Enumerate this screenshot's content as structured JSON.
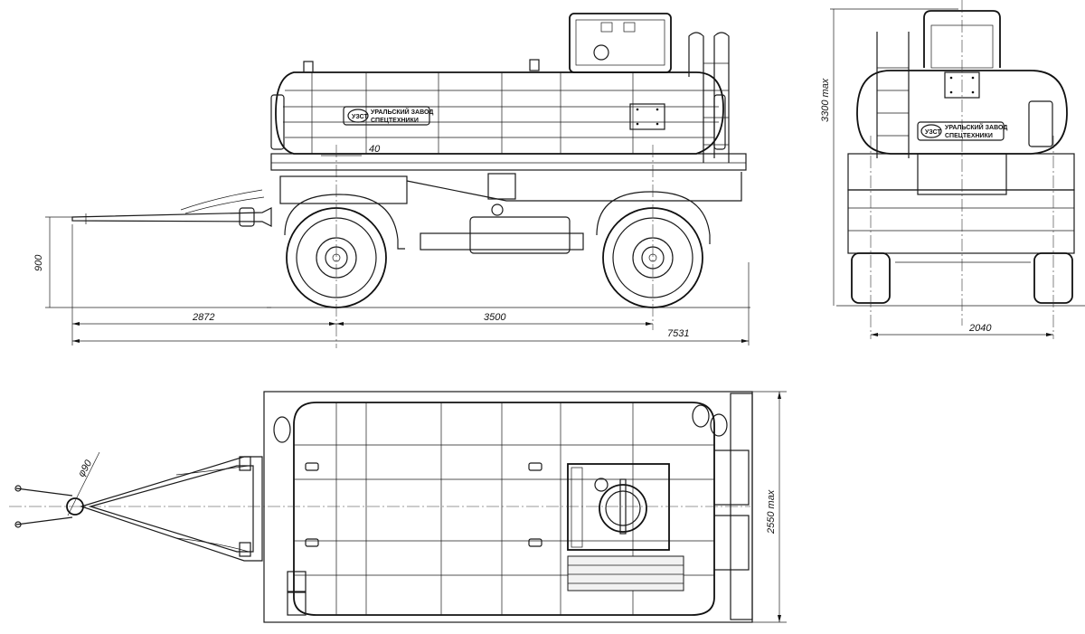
{
  "dimensions": {
    "drawbar_to_axle1": "2872",
    "wheelbase": "3500",
    "overall_length": "7531",
    "coupling_height": "900",
    "hatch_offset": "40",
    "max_height": "3300 max",
    "track_width": "2040",
    "max_width": "2550 max",
    "eye_diameter": "φ90"
  },
  "logo": {
    "line1": "УРАЛЬСКИЙ ЗАВОД",
    "line2": "СПЕЦТЕХНИКИ",
    "badge": "УЗСТ"
  }
}
